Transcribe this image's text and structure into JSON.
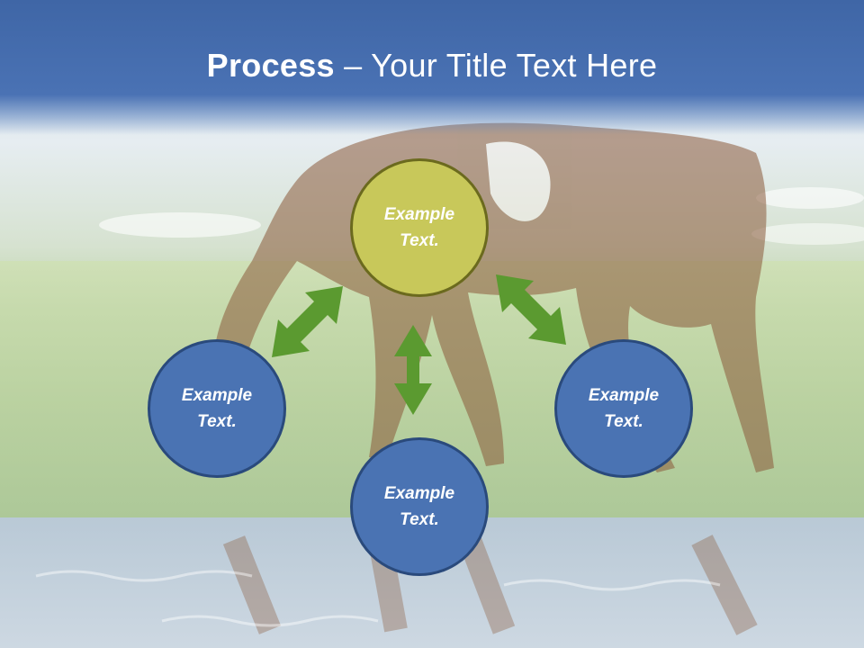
{
  "title": {
    "bold": "Process",
    "dash": " – ",
    "rest": "Your Title Text Here"
  },
  "nodes": {
    "center": "Example\nText.",
    "left": "Example\nText.",
    "bottom": "Example\nText.",
    "right": "Example\nText."
  },
  "colors": {
    "title_band": "#4a72b4",
    "center_node": "#c8c85a",
    "outer_node": "#4a73b3",
    "arrow": "#5b9a30"
  }
}
